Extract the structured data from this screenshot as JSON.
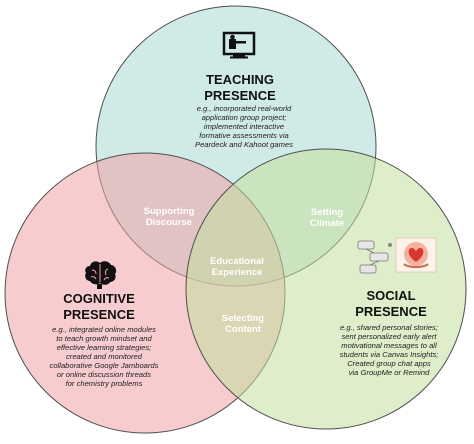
{
  "colors": {
    "teaching": "#a9d9d4",
    "cognitive": "#f1a3a6",
    "social": "#c2df9f",
    "outline": "#4f4f4f",
    "overlap_text": "#ffffff"
  },
  "circles": {
    "teaching": {
      "title_line1": "TEACHING",
      "title_line2": "PRESENCE",
      "desc_lines": [
        "e.g., incorporated real-world",
        "application group project;",
        "implemented interactive",
        "formative assessments via",
        "Peardeck and Kahoot games"
      ],
      "icon": "presentation-screen-icon"
    },
    "cognitive": {
      "title_line1": "COGNITIVE",
      "title_line2": "PRESENCE",
      "desc_lines": [
        "e.g., integrated online modules",
        "to teach growth mindset and",
        "effective learning strategies;",
        "created and monitored",
        "collaborative Google Jamboards",
        "or online discussion threads",
        "for chemistry problems"
      ],
      "icon": "brain-icon"
    },
    "social": {
      "title_line1": "SOCIAL",
      "title_line2": "PRESENCE",
      "desc_lines": [
        "e.g., shared personal stories;",
        "sent personalized early alert",
        "motivational messages to all",
        "students via Canvas Insights;",
        "Created group chat apps",
        "via GroupMe or Remind"
      ],
      "icons": [
        "chat-flow-icon",
        "heart-hands-icon"
      ]
    }
  },
  "overlaps": {
    "supporting_discourse": [
      "Supporting",
      "Discourse"
    ],
    "setting_climate": [
      "Setting",
      "Climate"
    ],
    "educational_experience": [
      "Educational",
      "Experience"
    ],
    "selecting_content": [
      "Selecting",
      "Content"
    ]
  }
}
